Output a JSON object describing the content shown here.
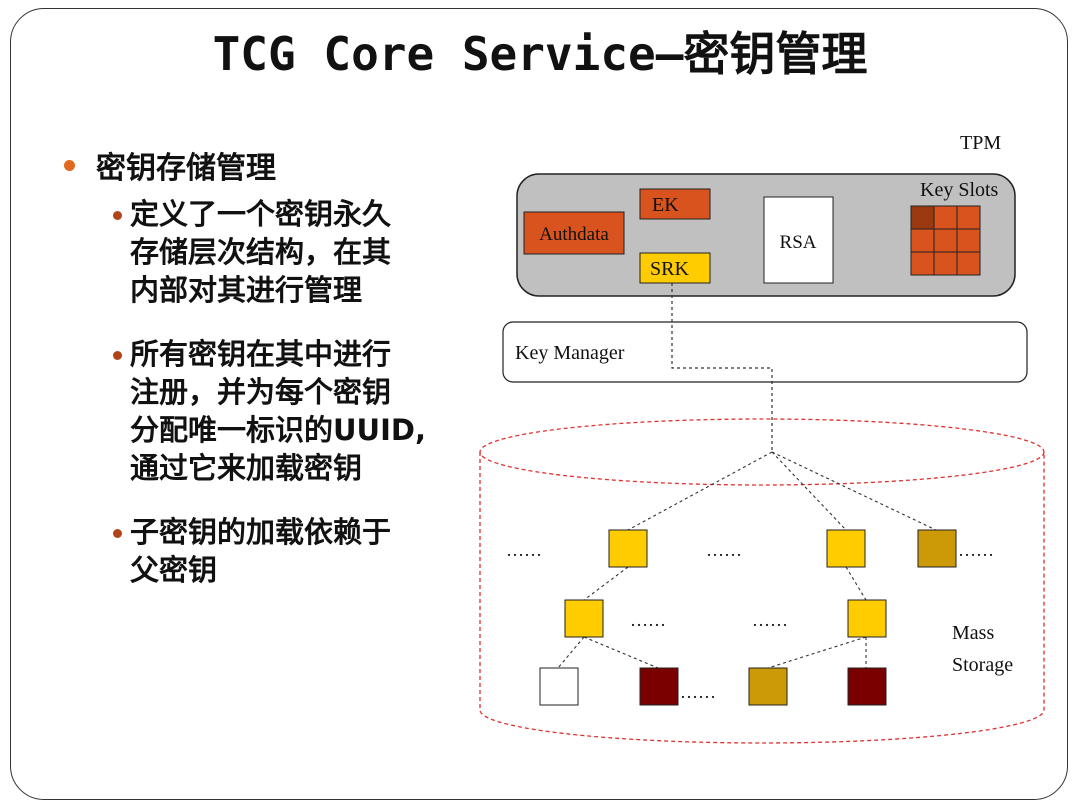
{
  "title": "TCG Core Service—密钥管理",
  "bullets": {
    "level1": "密钥存储管理",
    "level2": [
      [
        "定义了一个密钥永久",
        "存储层次结构，在其",
        "内部对其进行管理"
      ],
      [
        "所有密钥在其中进行",
        "注册，并为每个密钥",
        "分配唯一标识的UUID,",
        "通过它来加载密钥"
      ],
      [
        "子密钥的加载依赖于",
        "父密钥"
      ]
    ]
  },
  "diagram": {
    "tpm_label": "TPM",
    "authdata_label": "Authdata",
    "ek_label": "EK",
    "srk_label": "SRK",
    "rsa_label": "RSA",
    "key_slots_label": "Key Slots",
    "key_manager_label": "Key Manager",
    "mass_storage_label_1": "Mass",
    "mass_storage_label_2": "Storage",
    "ellipsis_row1": [
      "……",
      "……",
      "……"
    ],
    "ellipsis_row2": [
      "……",
      "……"
    ],
    "ellipsis_row3": "……",
    "colors": {
      "orange": "#d9531e",
      "yellow": "#ffcc00",
      "gold": "#cc9a06",
      "dark_red": "#7a0000",
      "dark_orange": "#9b3a10",
      "tpm_gray": "#c0c0c0",
      "dashed_red": "#e03030"
    }
  }
}
